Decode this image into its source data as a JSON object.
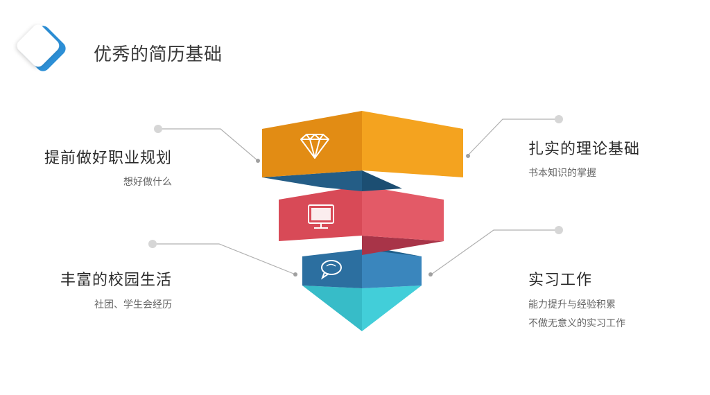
{
  "header": {
    "title": "优秀的简历基础"
  },
  "items": [
    {
      "title": "提前做好职业规划",
      "desc": [
        "想好做什么"
      ]
    },
    {
      "title": "扎实的理论基础",
      "desc": [
        "书本知识的掌握"
      ]
    },
    {
      "title": "丰富的校园生活",
      "desc": [
        "社团、学生会经历"
      ]
    },
    {
      "title": "实习工作",
      "desc": [
        "能力提升与经验积累",
        "不做无意义的实习工作"
      ]
    }
  ],
  "icons": [
    "diamond-icon",
    "monitor-icon",
    "speech-bubble-icon"
  ],
  "colors": {
    "accent": "#2c8fd6",
    "orange": "#f2a11c",
    "red": "#e2525e",
    "blue": "#2e7bb0",
    "teal": "#3cc6d2",
    "connector": "#b0b0b0"
  }
}
